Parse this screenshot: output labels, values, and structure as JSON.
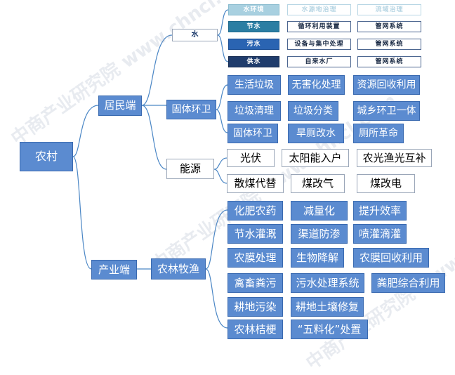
{
  "root": "农村",
  "branches": {
    "residential": "居民端",
    "industry": "产业端"
  },
  "categories": {
    "water": "水",
    "solid_waste": "固体环卫",
    "energy": "能源",
    "agri": "农林牧渔"
  },
  "water_grid": [
    [
      "水环境",
      "水源地治理",
      "流域治理"
    ],
    [
      "节水",
      "循环利用装置",
      "管网系统"
    ],
    [
      "污水",
      "设备与集中处理",
      "管网系统"
    ],
    [
      "供水",
      "自来水厂",
      "管网系统"
    ]
  ],
  "solid_waste_items": [
    [
      "生活垃圾",
      "无害化处理",
      "资源回收利用"
    ],
    [
      "垃圾清理",
      "垃圾分类",
      "城乡环卫一体"
    ],
    [
      "固体环卫",
      "旱厕改水",
      "厕所革命"
    ]
  ],
  "energy_items": [
    [
      "光伏",
      "太阳能入户",
      "农光渔光互补"
    ],
    [
      "散煤代替",
      "煤改气",
      "煤改电"
    ]
  ],
  "agri_items": [
    [
      "化肥农药",
      "减量化",
      "提升效率"
    ],
    [
      "节水灌溉",
      "渠道防渗",
      "喷灌滴灌"
    ],
    [
      "农膜处理",
      "生物降解",
      "农膜回收利用"
    ],
    [
      "禽畜粪污",
      "污水处理系统",
      "粪肥综合利用"
    ],
    [
      "耕地污染",
      "耕地土壤修复"
    ],
    [
      "农林桔梗",
      "“五料化”处置"
    ]
  ],
  "watermark": "中商产业研究院 www.chncl.com"
}
